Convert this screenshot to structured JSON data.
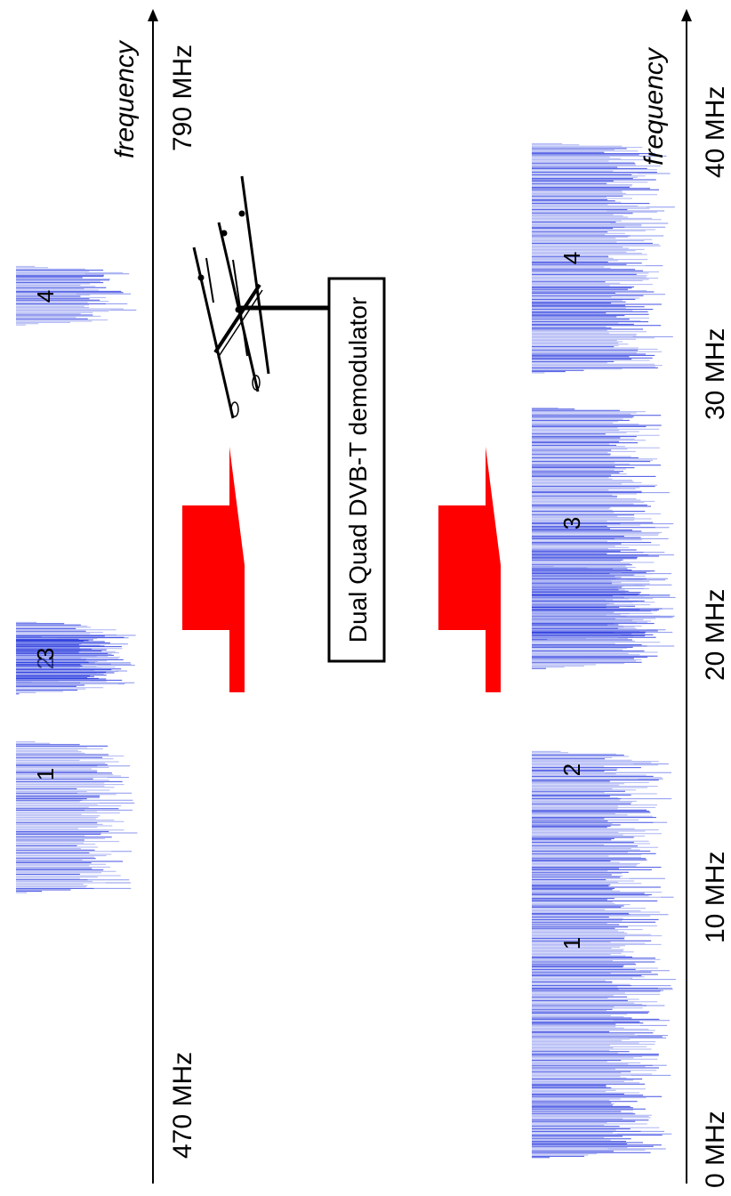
{
  "top_axis": {
    "start_label": "470 MHz",
    "end_label": "790 MHz",
    "axis_title": "frequency"
  },
  "bottom_axis": {
    "tick_labels": [
      "0 MHz",
      "10 MHz",
      "20 MHz",
      "30 MHz",
      "40 MHz"
    ],
    "axis_title": "frequency"
  },
  "input_channels": [
    {
      "label": "1"
    },
    {
      "label": "2"
    },
    {
      "label": "3"
    },
    {
      "label": "4"
    }
  ],
  "output_channels": [
    {
      "label": "1"
    },
    {
      "label": "2"
    },
    {
      "label": "3"
    },
    {
      "label": "4"
    }
  ],
  "demodulator": {
    "label": "Dual Quad DVB-T demodulator"
  },
  "colors": {
    "spectrum": "#2233dd",
    "spectrum_light": "#8a95ee",
    "arrow": "#ff0000",
    "axis": "#000000"
  },
  "icons": [
    "antenna-icon"
  ]
}
